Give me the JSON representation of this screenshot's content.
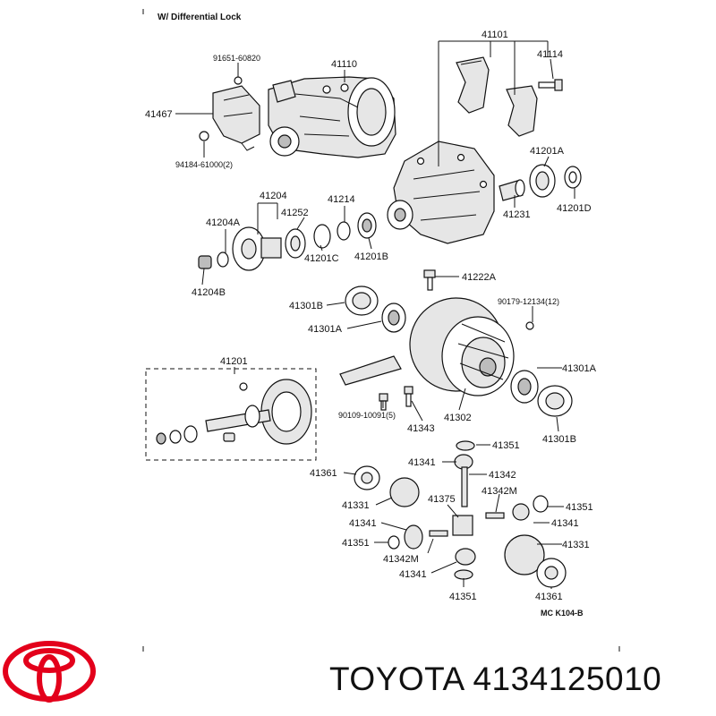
{
  "header": {
    "title": "W/ Differential Lock"
  },
  "diagram_code": "MC K104-B",
  "brand_text": "TOYOTA 4134125010",
  "logo_color": "#e3001b",
  "labels": {
    "p41101": "41101",
    "p41114": "41114",
    "p91651": "91651-60820",
    "p41110": "41110",
    "p41467": "41467",
    "p94184": "94184-61000(2)",
    "p41201A_top": "41201A",
    "p41231": "41231",
    "p41201D": "41201D",
    "p41204": "41204",
    "p41214": "41214",
    "p41204A": "41204A",
    "p41252": "41252",
    "p41201C": "41201C",
    "p41201B": "41201B",
    "p41204B": "41204B",
    "p41222A": "41222A",
    "p41301B_top": "41301B",
    "p90179": "90179-12134(12)",
    "p41301A_left": "41301A",
    "p41201": "41201",
    "p41301A_right": "41301A",
    "p90109": "90109-10091(5)",
    "p41343": "41343",
    "p41302": "41302",
    "p41301B_bot": "41301B",
    "p41351_a": "41351",
    "p41341_a": "41341",
    "p41342": "41342",
    "p41361_left": "41361",
    "p41342M_a": "41342M",
    "p41331_left": "41331",
    "p41375": "41375",
    "p41351_b": "41351",
    "p41341_b": "41341",
    "p41341_c": "41341",
    "p41351_c": "41351",
    "p41331_right": "41331",
    "p41342M_b": "41342M",
    "p41341_d": "41341",
    "p41351_d": "41351",
    "p41361_right": "41361"
  }
}
